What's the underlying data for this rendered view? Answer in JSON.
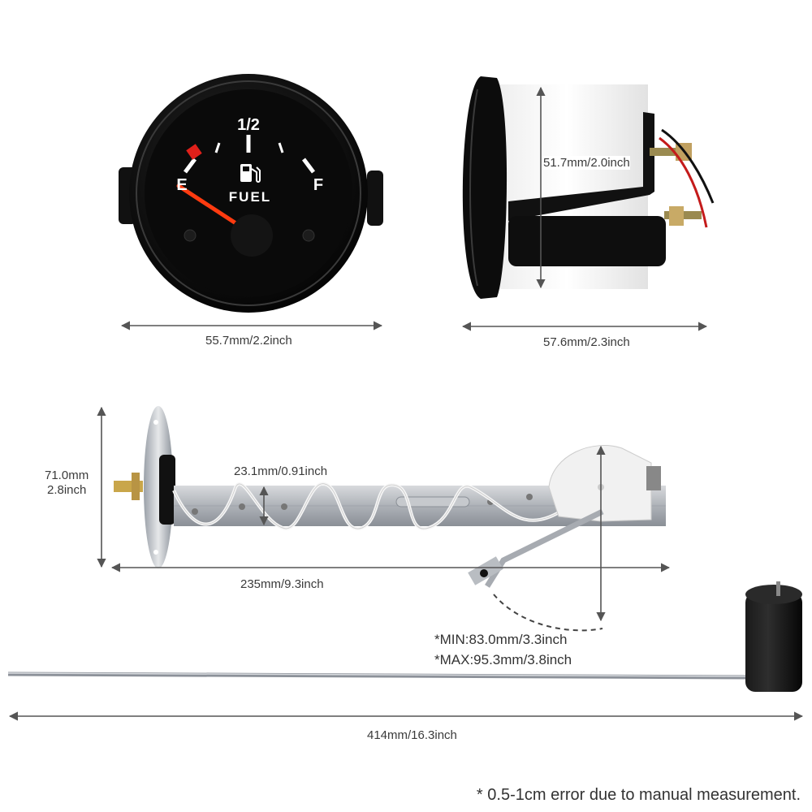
{
  "gauge": {
    "half_mark": "1/2",
    "empty_mark": "E",
    "full_mark": "F",
    "label": "FUEL",
    "icon": "fuel-pump-icon",
    "needle_level": 0.0
  },
  "dimensions": {
    "gauge_width": "55.7mm/2.2inch",
    "gauge_side_height": "51.7mm/2.0inch",
    "gauge_side_depth": "57.6mm/2.3inch",
    "sender_height_mm": "71.0mm",
    "sender_height_inch": "2.8inch",
    "tube_width": "23.1mm/0.91inch",
    "sender_length": "235mm/9.3inch",
    "min_depth": "*MIN:83.0mm/3.3inch",
    "max_depth": "*MAX:95.3mm/3.8inch",
    "arm_length": "414mm/16.3inch"
  },
  "footnote": "* 0.5-1cm error due to manual measurement.",
  "colors": {
    "dimension_line": "#555555",
    "needle": "#ff3b10",
    "bezel": "#111111",
    "dial_face": "#0a0a0a",
    "marking": "#ffffff",
    "empty_warning": "#e0201a"
  }
}
